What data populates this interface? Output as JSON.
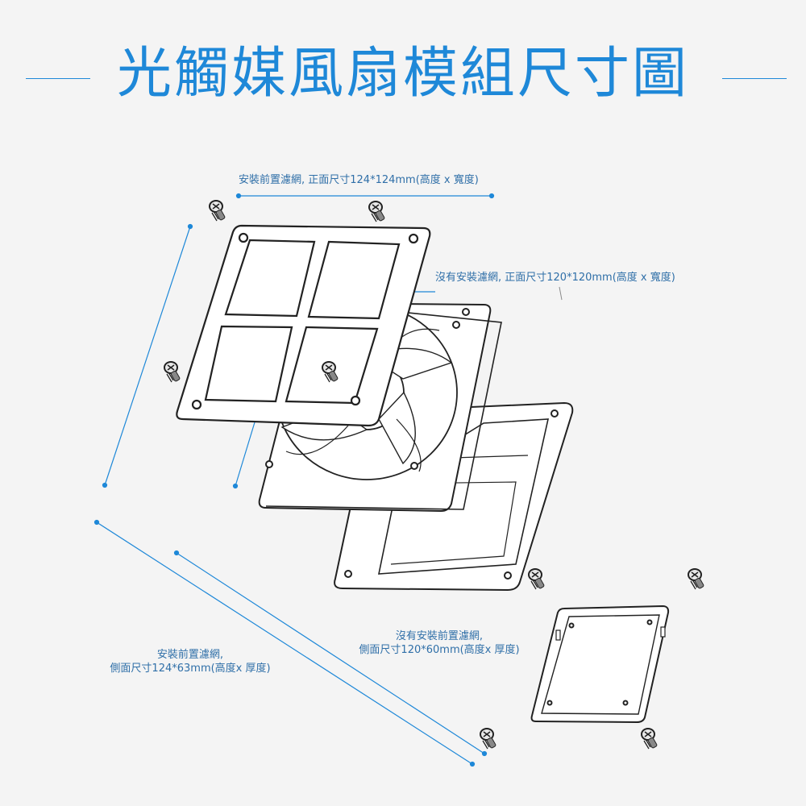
{
  "title": "光觸媒風扇模組尺寸圖",
  "annotations": {
    "front_with_filter": "安裝前置濾網, 正面尺寸124*124mm(高度 x 寬度)",
    "front_without_filter": "沒有安裝濾網, 正面尺寸120*120mm(高度 x 寬度)",
    "side_without_filter": {
      "line1": "沒有安裝前置濾網,",
      "line2": "側面尺寸120*60mm(高度x 厚度)"
    },
    "side_with_filter": {
      "line1": "安裝前置濾網,",
      "line2": "側面尺寸124*63mm(高度x 厚度)"
    }
  },
  "colors": {
    "accent": "#1e88d8",
    "label_text": "#2f6fa8",
    "line_art": "#222222",
    "screw_fill": "#555555"
  },
  "icons": [
    "screw-icon"
  ]
}
